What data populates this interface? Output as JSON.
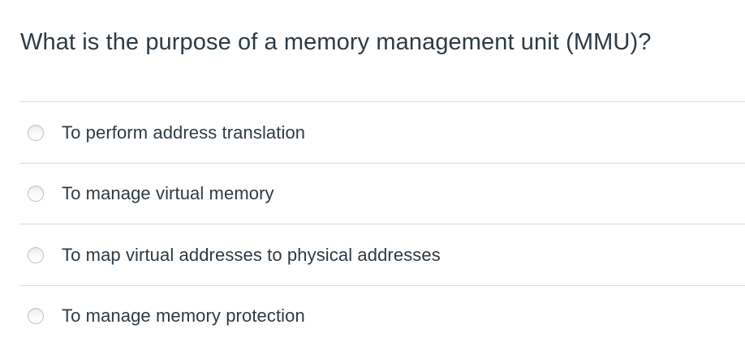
{
  "question": {
    "text": "What is the purpose of a memory management unit (MMU)?"
  },
  "options": [
    {
      "label": "To perform address translation",
      "selected": false
    },
    {
      "label": "To manage virtual memory",
      "selected": false
    },
    {
      "label": "To map virtual addresses to physical addresses",
      "selected": false
    },
    {
      "label": "To manage memory protection",
      "selected": false
    }
  ],
  "colors": {
    "text": "#2D3B45",
    "divider": "#dcdcdc",
    "radio_border": "#c3c3c3",
    "background": "#ffffff"
  }
}
